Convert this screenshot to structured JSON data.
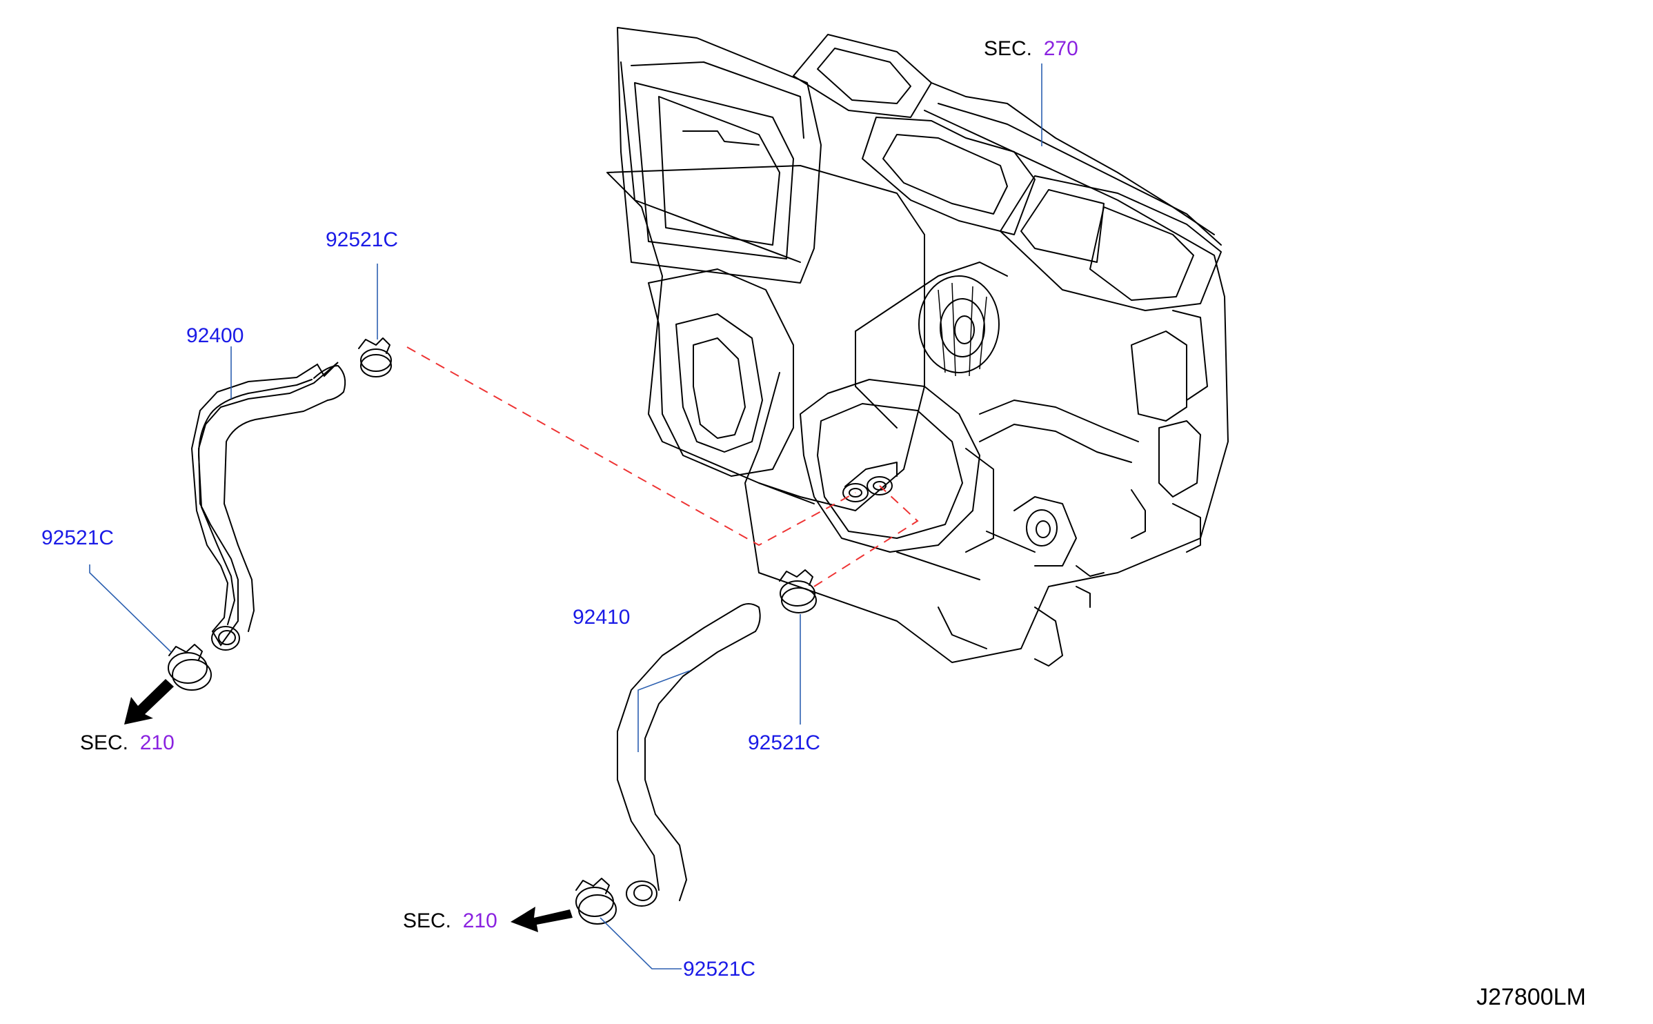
{
  "labels": {
    "sec_top": {
      "prefix": "SEC.",
      "num": "270"
    },
    "sec_left": {
      "prefix": "SEC.",
      "num": "210"
    },
    "sec_bottom": {
      "prefix": "SEC.",
      "num": "210"
    },
    "clamp_top": "92521C",
    "clamp_left": "92521C",
    "clamp_mid": "92521C",
    "clamp_bottom": "92521C",
    "hose_inlet": "92400",
    "hose_outlet": "92410",
    "diagram_code": "J27800LM"
  },
  "colors": {
    "part_number": "#1a1ae6",
    "section_number": "#8a22e0",
    "leader": "#2b5fb0",
    "dash_line": "#e33333"
  }
}
